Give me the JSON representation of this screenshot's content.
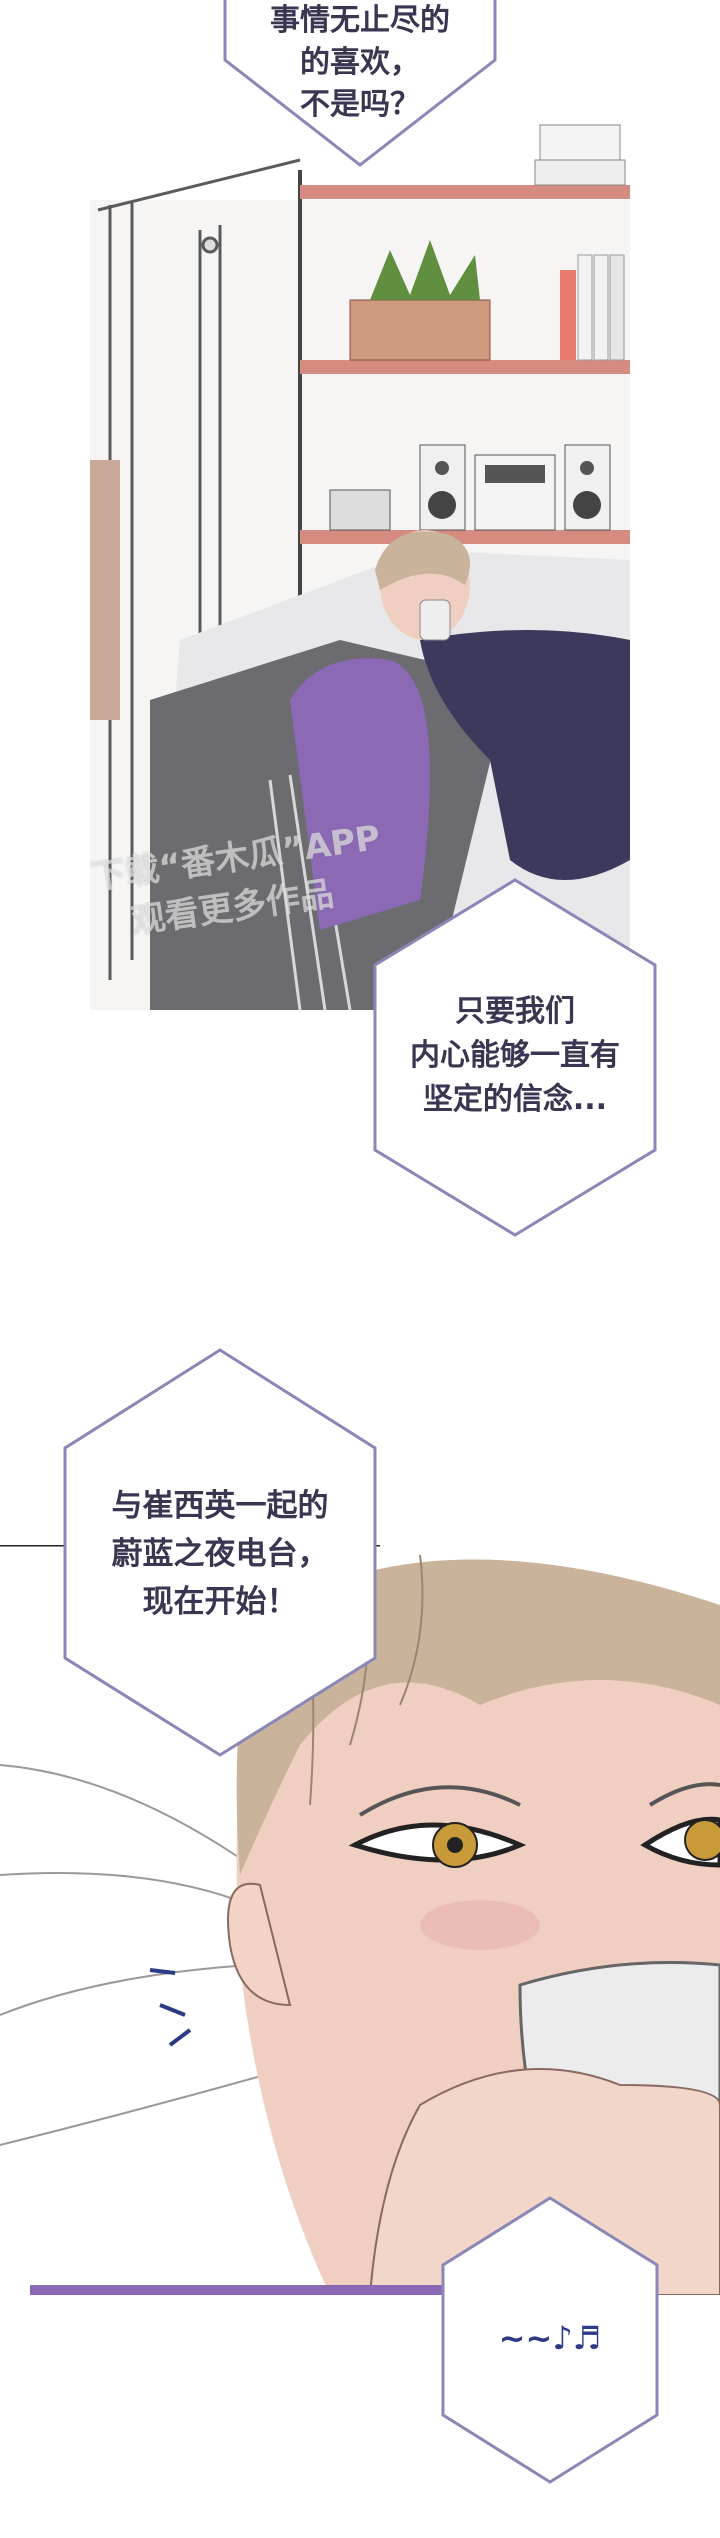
{
  "bubbles": {
    "top": "事情无止尽的\n的喜欢，\n不是吗？",
    "mid": "只要我们\n内心能够一直有\n坚定的信念...",
    "radio": "与崔西英一起的\n蔚蓝之夜电台，\n现在开始！",
    "music": "~~♪♬"
  },
  "watermark": {
    "line1": "下载“番木瓜”APP",
    "line2": "观看更多作品"
  },
  "colors": {
    "bubble_outline": "#8a86b8",
    "shelf": "#c7776a",
    "shirt": "#8b69b5",
    "pants": "#3b3a5c",
    "blanket": "#6a6a6a",
    "skin": "#f0cfc2",
    "hair": "#c9b39a",
    "eye": "#c99a3a"
  }
}
